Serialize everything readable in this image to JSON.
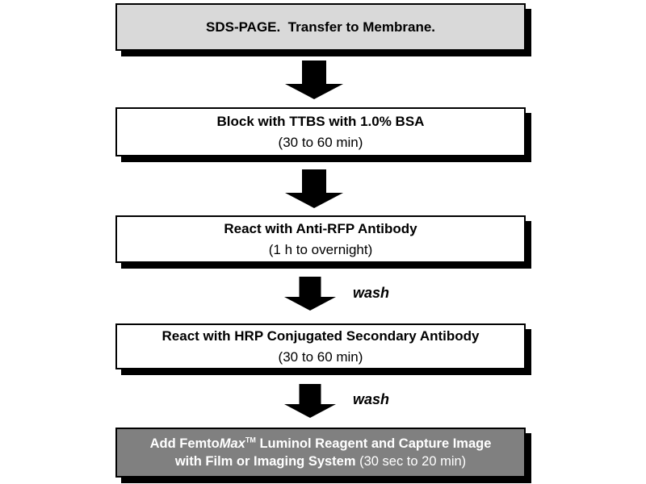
{
  "page": {
    "background_color": "#ffffff"
  },
  "flowchart": {
    "description": "Western blot detection protocol flowchart",
    "colors": {
      "box_border": "#000000",
      "shadow": "#000000",
      "step1_fill": "#d9d9d9",
      "step_fill": "#ffffff",
      "final_fill": "#808080",
      "final_text": "#ffffff",
      "arrow_fill": "#000000"
    },
    "steps": {
      "step1": {
        "line1": "SDS-PAGE.  Transfer to Membrane."
      },
      "step2": {
        "line1": "Block with TTBS with 1.0% BSA",
        "line2": "(30 to 60 min)"
      },
      "step3": {
        "line1": "React with Anti-RFP Antibody",
        "line2": "(1 h to overnight)"
      },
      "step4": {
        "line1": "React with HRP Conjugated Secondary Antibody",
        "line2": "(30 to 60 min)"
      },
      "step5": {
        "line1_part1": "Add Femto",
        "line1_part2_italic": "Max",
        "line1_part3_superscript": "TM",
        "line1_part4": " Luminol Reagent and Capture Image",
        "line2_bold": "with Film or Imaging System",
        "line2_regular": " (30 sec to 20 min)"
      }
    },
    "connectors": {
      "wash_label_1": "wash",
      "wash_label_2": "wash"
    }
  }
}
